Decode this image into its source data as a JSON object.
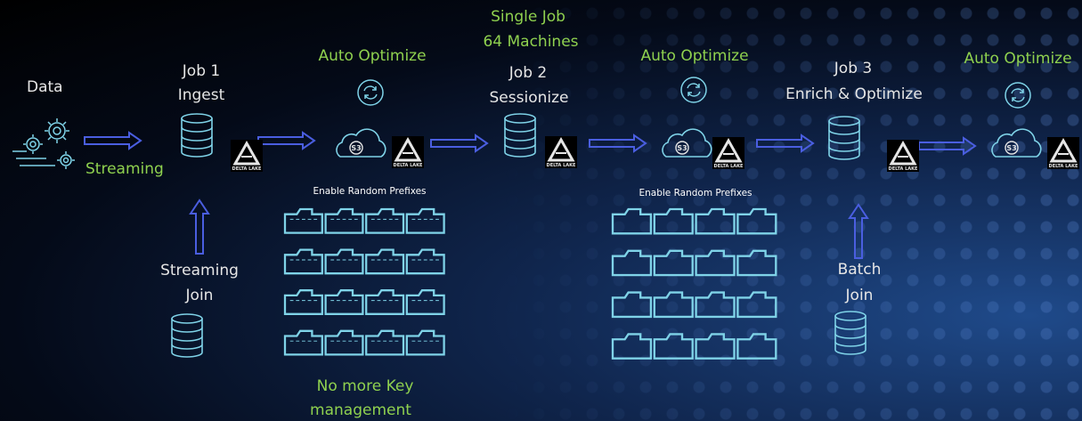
{
  "labels": {
    "data": "Data",
    "streaming": "Streaming",
    "job1": "Job 1",
    "ingest": "Ingest",
    "streaming_join_1": "Streaming",
    "streaming_join_2": "Join",
    "auto_optimize_1": "Auto Optimize",
    "auto_optimize_2": "Auto Optimize",
    "auto_optimize_3": "Auto Optimize",
    "single_job": "Single Job",
    "machines": "64 Machines",
    "job2": "Job 2",
    "sessionize": "Sessionize",
    "job3": "Job 3",
    "enrich": "Enrich & Optimize",
    "batch": "Batch",
    "join": "Join",
    "enable_prefixes_1": "Enable Random Prefixes",
    "enable_prefixes_2": "Enable Random Prefixes",
    "no_more_key": "No more Key",
    "management": "management",
    "s3": "S3",
    "delta_lake": "DELTA LAKE"
  },
  "colors": {
    "accent_green": "#8fd14f",
    "arrow_blue": "#4a5ee0",
    "line_cyan": "#7fd3e8",
    "text_white": "#e6e6e6"
  },
  "icons": [
    "gears-icon",
    "database-icon",
    "cloud-s3-icon",
    "refresh-icon",
    "delta-lake-logo",
    "folder-grid-icon"
  ]
}
